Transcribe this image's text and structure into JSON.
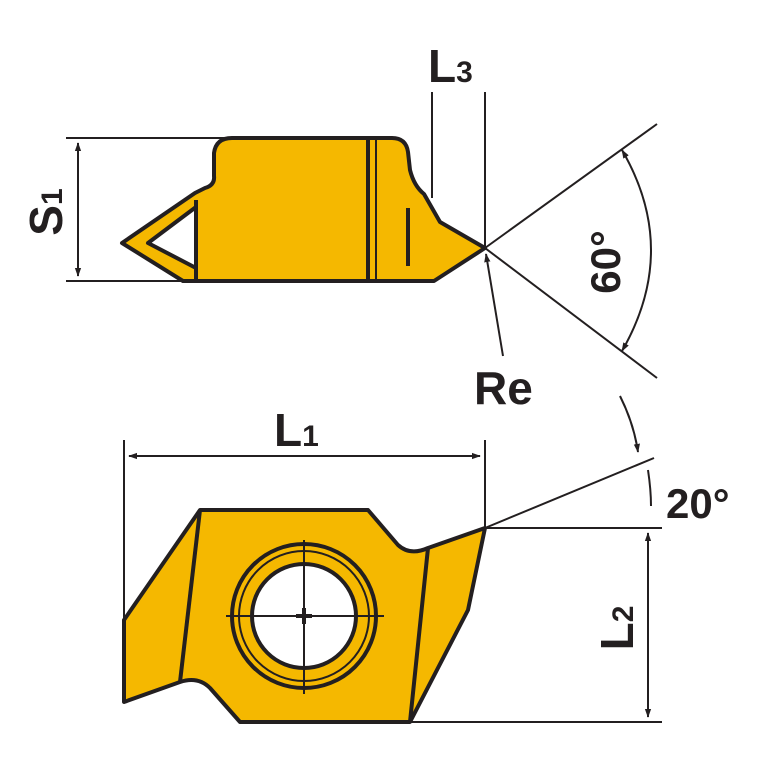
{
  "colors": {
    "insert_fill": "#f5b800",
    "line": "#231f20",
    "background": "#ffffff"
  },
  "labels": {
    "l3": {
      "main": "L",
      "sub": "3"
    },
    "s1": {
      "main": "S",
      "sub": "1"
    },
    "l1": {
      "main": "L",
      "sub": "1"
    },
    "l2": {
      "main": "L",
      "sub": "2"
    },
    "re": "Re",
    "angle_60": "60°",
    "angle_20": "20°"
  }
}
